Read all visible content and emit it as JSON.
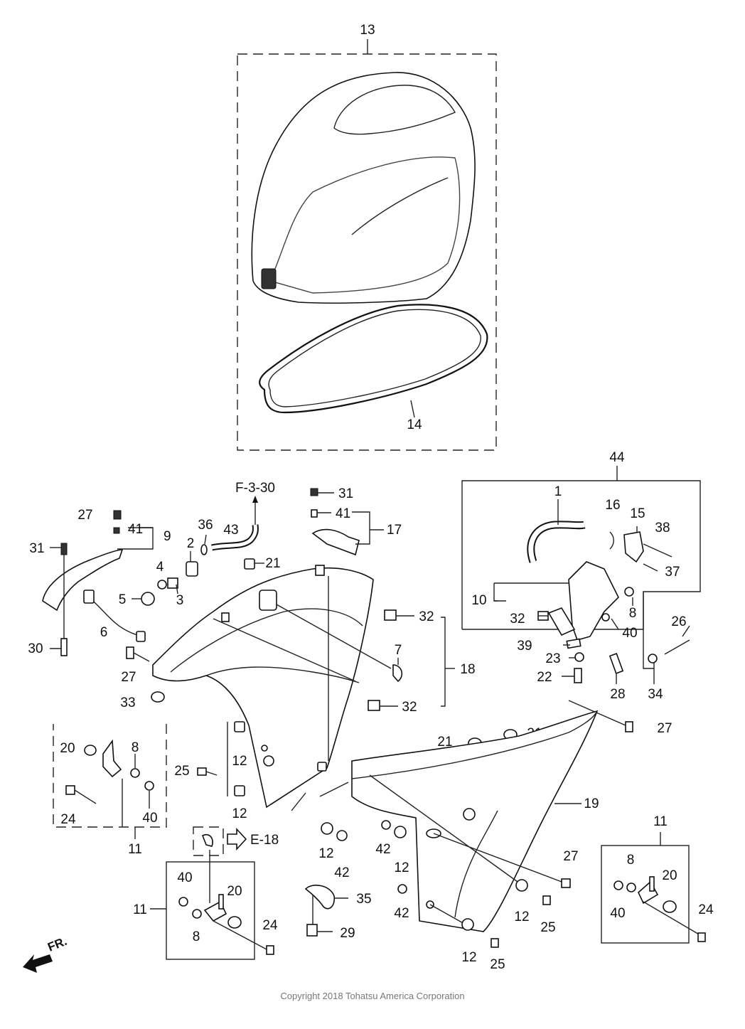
{
  "labels": {
    "p13": "13",
    "p14": "14",
    "p44": "44",
    "p1": "1",
    "p16": "16",
    "p15": "15",
    "p38": "38",
    "p37": "37",
    "p10": "10",
    "p32c": "32",
    "p40c": "40",
    "p8c": "8",
    "p26": "26",
    "p39": "39",
    "p23": "23",
    "p22": "22",
    "p28": "28",
    "p34": "34",
    "p27d": "27",
    "f330": "F-3-30",
    "p31a": "31",
    "p41a": "41",
    "p17": "17",
    "p27a": "27",
    "p41b": "41",
    "p9": "9",
    "p36": "36",
    "p43": "43",
    "p2": "2",
    "p31b": "31",
    "p4": "4",
    "p21a": "21",
    "p5": "5",
    "p3": "3",
    "p6": "6",
    "p30": "30",
    "p27b": "27",
    "p33": "33",
    "p32a": "32",
    "p7": "7",
    "p18": "18",
    "p32b": "32",
    "p21b": "21",
    "p21c": "21",
    "p20a": "20",
    "p8a": "8",
    "p24a": "24",
    "p40a": "40",
    "p11a": "11",
    "p25a": "25",
    "p12a": "12",
    "p12b": "12",
    "p19": "19",
    "p12c": "12",
    "p42a": "42",
    "e18": "E-18",
    "p42b": "42",
    "p12d": "12",
    "p27e": "27",
    "p40b": "40",
    "p20b": "20",
    "p11b": "11",
    "p8b": "8",
    "p24b": "24",
    "p35": "35",
    "p29": "29",
    "p42c": "42",
    "p12e": "12",
    "p25b": "25",
    "p12f": "12",
    "p25c": "25",
    "p11c": "11",
    "p8d": "8",
    "p20c": "20",
    "p40d": "40",
    "p24c": "24",
    "fr": "FR."
  },
  "copyright": "Copyright 2018 Tohatsu America Corporation"
}
